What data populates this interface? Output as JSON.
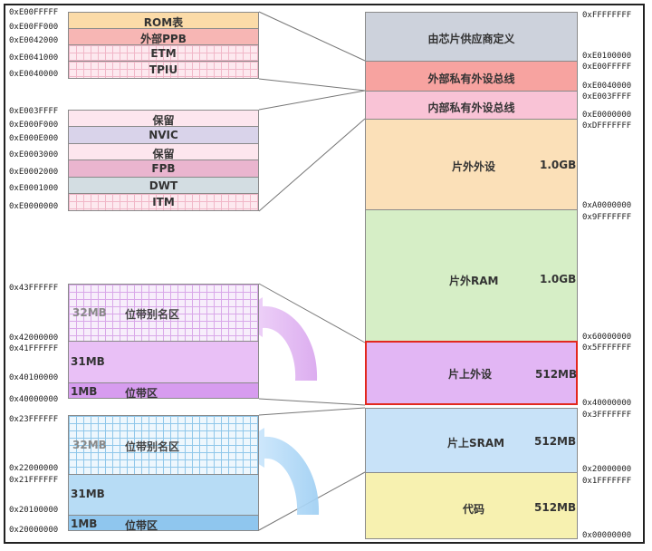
{
  "colors": {
    "vendor": "#cdd2dc",
    "ext_ppb": "#f7a3a0",
    "int_ppb": "#f9c3d6",
    "peripheral": "#fbe0b8",
    "ram": "#d6eec6",
    "onchip_periph": "#e2b6f4",
    "onchip_periph_border": "#e2281e",
    "sram": "#c8e2f8",
    "code": "#f7f1b0",
    "bitband_purple": "#e9c0f6",
    "bitband_blue": "#b7dcf5",
    "arrow_purple": "#ddb0ef",
    "arrow_blue": "#a9d3f3"
  },
  "memory_map": {
    "regions": [
      {
        "label": "由芯片供应商定义",
        "size": ""
      },
      {
        "label": "外部私有外设总线",
        "size": ""
      },
      {
        "label": "内部私有外设总线",
        "size": ""
      },
      {
        "label": "片外外设",
        "size": "1.0GB"
      },
      {
        "label": "片外RAM",
        "size": "1.0GB"
      },
      {
        "label": "片上外设",
        "size": "512MB"
      },
      {
        "label": "片上SRAM",
        "size": "512MB"
      },
      {
        "label": "代码",
        "size": "512MB"
      }
    ],
    "addresses": [
      "0xFFFFFFFF",
      "0xE0100000",
      "0xE00FFFFF",
      "0xE0040000",
      "0xE003FFFF",
      "0xE0000000",
      "0xDFFFFFFF",
      "0xA0000000",
      "0x9FFFFFFF",
      "0x60000000",
      "0x5FFFFFFF",
      "0x40000000",
      "0x3FFFFFFF",
      "0x20000000",
      "0x1FFFFFFF",
      "0x00000000"
    ]
  },
  "ext_ppb": {
    "blocks": [
      "ROM表",
      "外部PPB",
      "ETM",
      "TPIU"
    ],
    "addresses": [
      "0xE00FFFFF",
      "0xE00FF000",
      "0xE0042000",
      "0xE0041000",
      "0xE0040000"
    ]
  },
  "int_ppb": {
    "blocks": [
      "保留",
      "NVIC",
      "保留",
      "FPB",
      "DWT",
      "ITM"
    ],
    "addresses": [
      "0xE003FFFF",
      "0xE000F000",
      "0xE000E000",
      "0xE0003000",
      "0xE0002000",
      "0xE0001000",
      "0xE0000000"
    ]
  },
  "periph_bitband": {
    "alias_size": "32MB",
    "alias_label": "位带别名区",
    "gap_size": "31MB",
    "band_size": "1MB",
    "band_label": "位带区",
    "addresses": [
      "0x43FFFFFF",
      "0x42000000",
      "0x41FFFFFF",
      "0x40100000",
      "0x40000000"
    ]
  },
  "sram_bitband": {
    "alias_size": "32MB",
    "alias_label": "位带别名区",
    "gap_size": "31MB",
    "band_size": "1MB",
    "band_label": "位带区",
    "addresses": [
      "0x23FFFFFF",
      "0x22000000",
      "0x21FFFFFF",
      "0x20100000",
      "0x20000000"
    ]
  }
}
